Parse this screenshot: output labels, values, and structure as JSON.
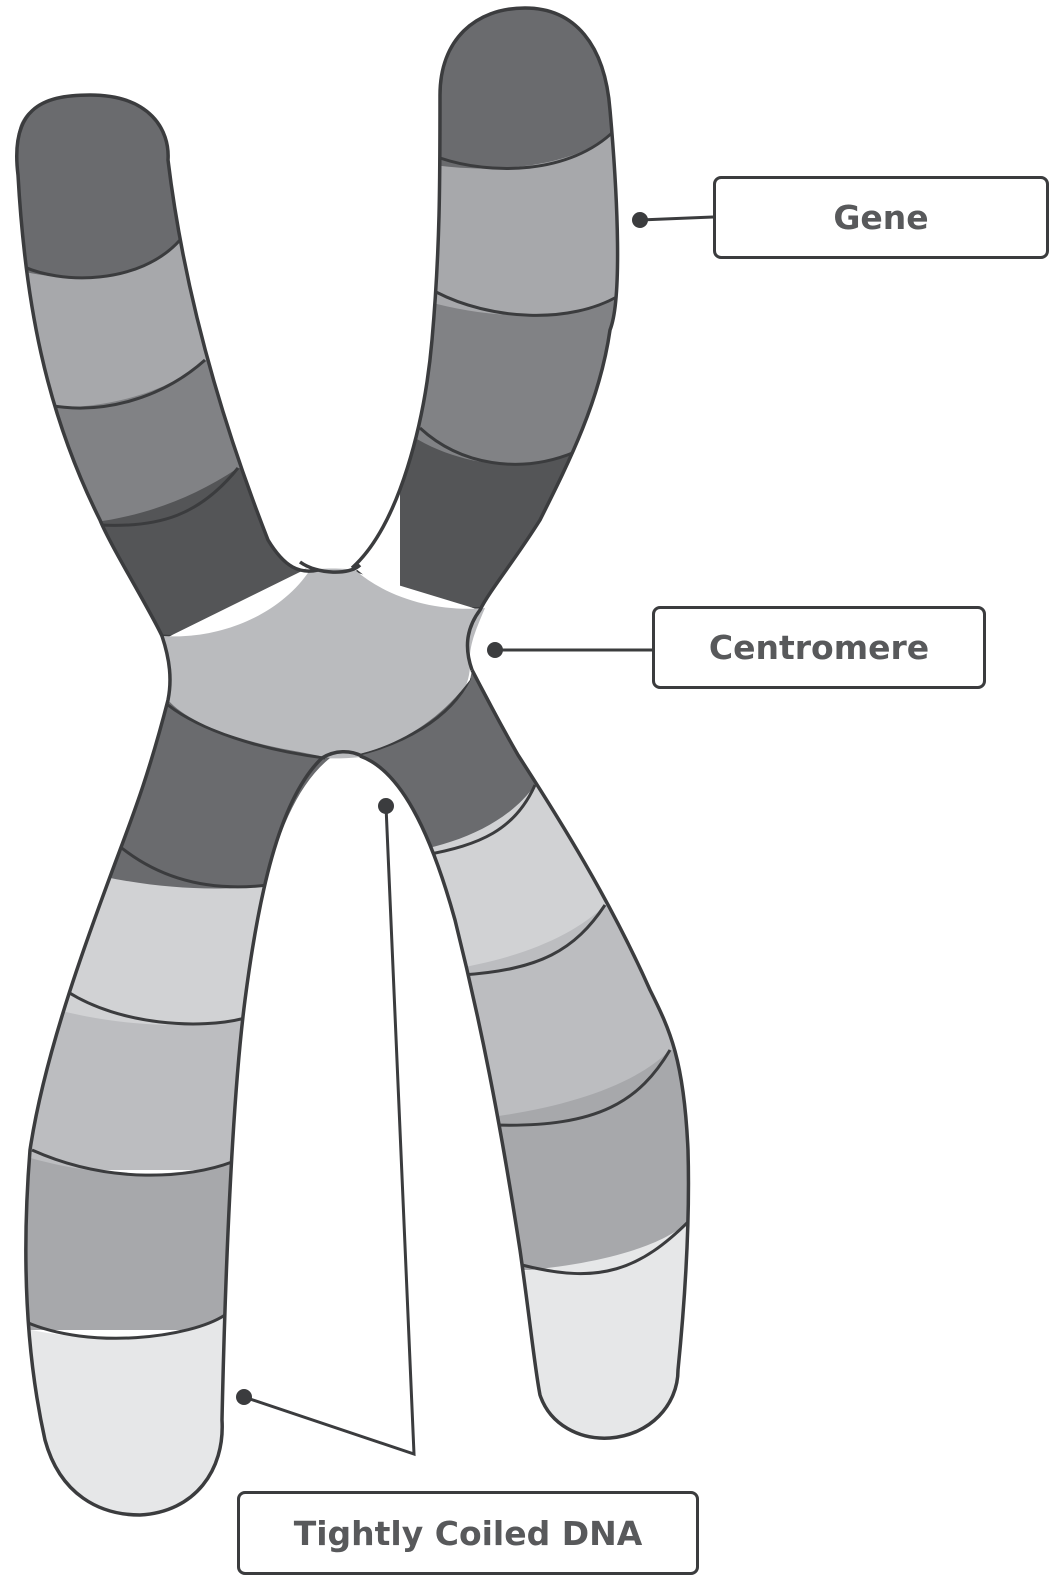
{
  "diagram": {
    "labels": {
      "gene": "Gene",
      "centromere": "Centromere",
      "dna": "Tightly Coiled DNA"
    },
    "colors": {
      "outline": "#3b3c3e",
      "band_darkest": "#545557",
      "band_dark": "#6a6b6e",
      "band_mid": "#818285",
      "band_light": "#a7a8ab",
      "band_lighter": "#bcbdc0",
      "band_pale": "#d1d2d4",
      "band_palest": "#e6e7e8",
      "centromere_fill": "#babbbe",
      "label_text": "#58595b"
    }
  }
}
